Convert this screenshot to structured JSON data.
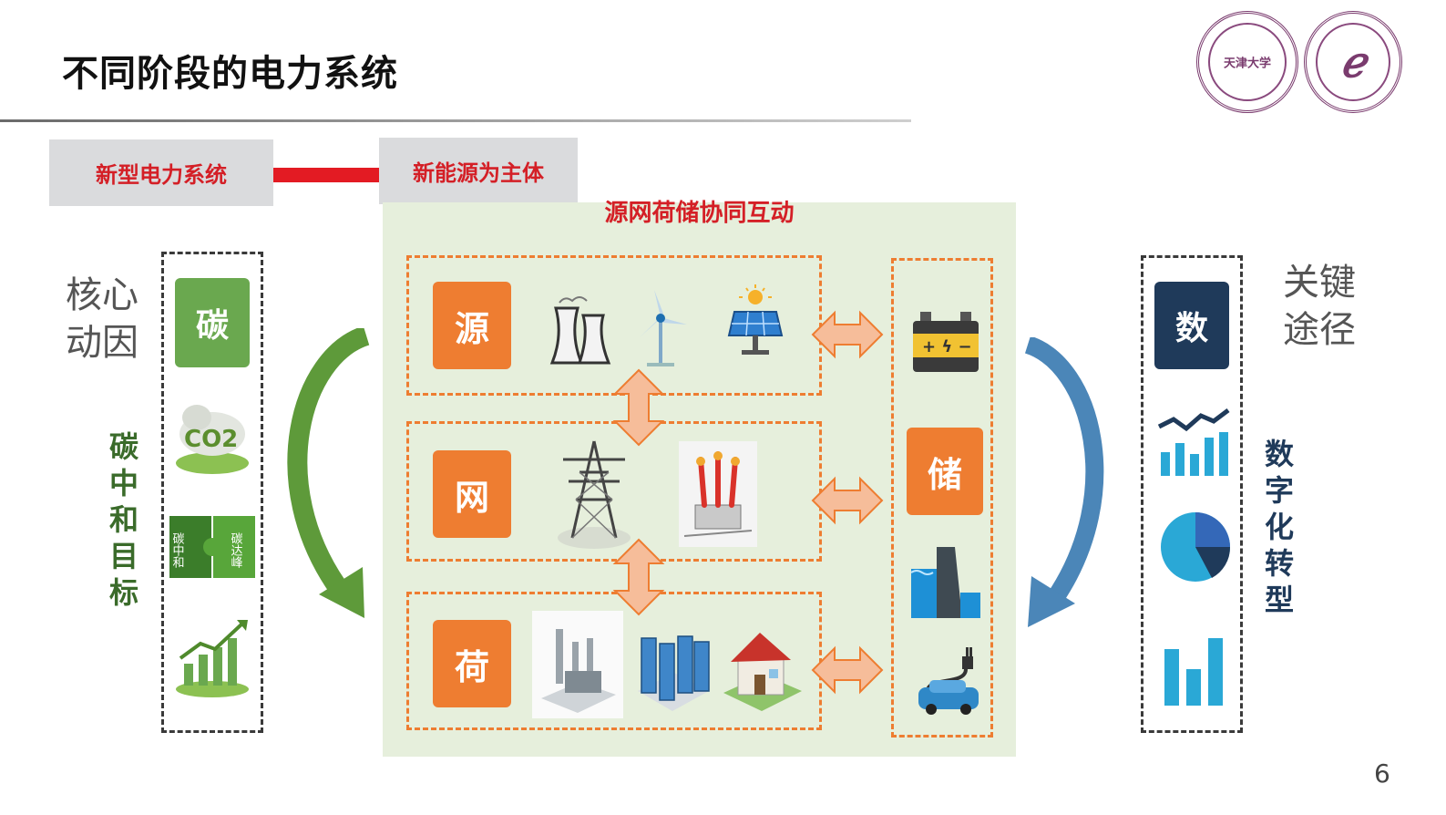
{
  "title": "不同阶段的电力系统",
  "logos": {
    "left_text": "天津大学",
    "right_text": "ℯ"
  },
  "header_boxes": {
    "left": "新型电力系统",
    "right": "新能源为主体"
  },
  "subtitle": "源网荷储协同互动",
  "rows": [
    {
      "label": "源",
      "icons": [
        "cooling-tower-icon",
        "wind-turbine-icon",
        "solar-panel-icon"
      ]
    },
    {
      "label": "网",
      "icons": [
        "transmission-tower-icon",
        "substation-icon"
      ]
    },
    {
      "label": "荷",
      "icons": [
        "factory-icon",
        "data-center-icon",
        "house-icon"
      ]
    }
  ],
  "storage": {
    "label": "储",
    "icons": [
      "battery-icon",
      "hydro-dam-icon",
      "ev-charging-icon"
    ]
  },
  "left_side": {
    "heading": [
      "核心",
      "动因"
    ],
    "badge": "碳",
    "vertical_label": "碳中和目标",
    "puzzle_left": "碳中和",
    "puzzle_right": "碳达峰",
    "co2_text": "CO2",
    "icons": [
      "co2-cloud-icon",
      "puzzle-icon",
      "growth-chart-icon"
    ]
  },
  "right_side": {
    "heading": [
      "关键",
      "途径"
    ],
    "badge": "数",
    "vertical_label": "数字化转型",
    "icons": [
      "line-bar-chart-icon",
      "pie-chart-icon",
      "bar-chart-icon"
    ]
  },
  "page_number": "6",
  "colors": {
    "accent_red": "#d41f26",
    "orange": "#ee7d31",
    "green": "#6aa84f",
    "navy": "#1f3a5a",
    "left_arrow": "#5e9a3a",
    "right_arrow": "#4b86b8",
    "panel_bg": "#e6efdc"
  }
}
